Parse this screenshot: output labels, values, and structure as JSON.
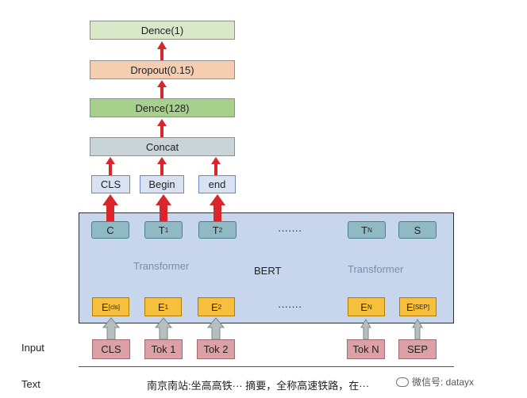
{
  "head": {
    "dense1": "Dence(1)",
    "dropout": "Dropout(0.15)",
    "dense128": "Dence(128)",
    "concat": "Concat"
  },
  "features": {
    "cls": "CLS",
    "begin": "Begin",
    "end": "end"
  },
  "bert": {
    "title": "BERT",
    "transformer_left": "Transformer",
    "transformer_right": "Transformer",
    "dots_top": "·······",
    "dots_bottom": "·······",
    "outputs": {
      "c": "C",
      "t1_base": "T",
      "t1_sub": "1",
      "t2_base": "T",
      "t2_sub": "2",
      "tn_base": "T",
      "tn_sub": "N",
      "s": "S"
    },
    "embeddings": {
      "cls_base": "E",
      "cls_sub": "[cls]",
      "e1_base": "E",
      "e1_sub": "1",
      "e2_base": "E",
      "e2_sub": "2",
      "en_base": "E",
      "en_sub": "N",
      "sep_base": "E",
      "sep_sub": "[SEP]"
    }
  },
  "input": {
    "label": "Input",
    "tokens": {
      "cls": "CLS",
      "tok1": "Tok 1",
      "tok2": "Tok 2",
      "tokn": "Tok N",
      "sep": "SEP"
    }
  },
  "text": {
    "label": "Text",
    "value": "南京南站:坐高高铁··· 摘要，全称高速铁路，在···"
  },
  "watermark": "微信号: datayx",
  "colors": {
    "up_arrow": "#d9262b",
    "input_arrow": "#9ea6a8"
  }
}
